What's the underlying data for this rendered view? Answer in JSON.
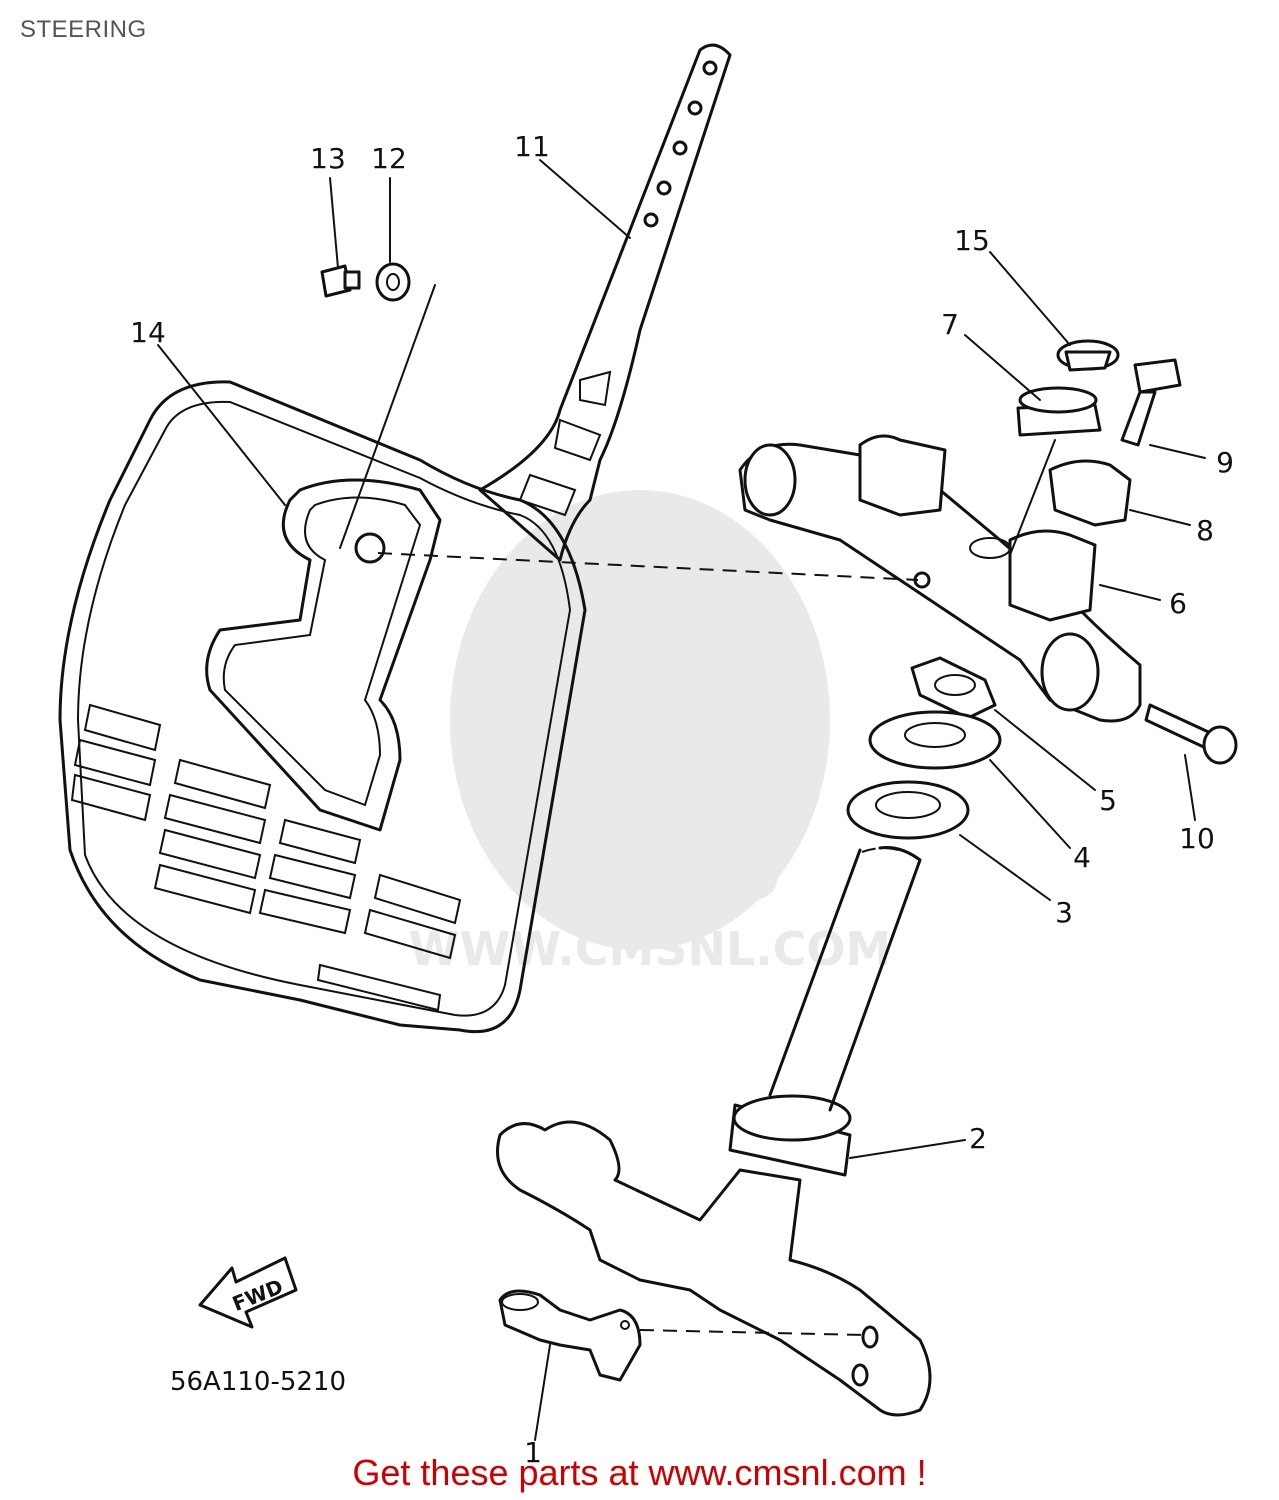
{
  "title": "STEERING",
  "diagram_code": "56A110-5210",
  "fwd_label": "FWD",
  "watermark": {
    "brand": "CMS",
    "url": "WWW.CMSNL.COM"
  },
  "callouts": [
    "1",
    "2",
    "3",
    "4",
    "5",
    "6",
    "7",
    "8",
    "9",
    "10",
    "11",
    "12",
    "13",
    "14",
    "15"
  ],
  "cta": "Get these parts at www.cmsnl.com !",
  "colors": {
    "cta": "#cc0000",
    "ink": "#111111",
    "title": "#555555"
  }
}
